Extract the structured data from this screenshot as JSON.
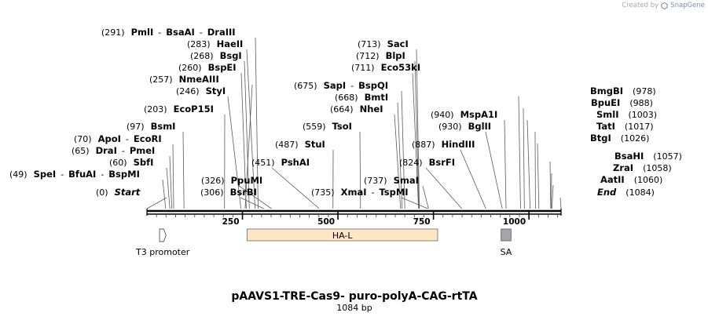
{
  "credit": {
    "prefix": "Created by",
    "brand": "SnapGene"
  },
  "map": {
    "title": "pAAVS1-TRE-Cas9- puro-polyA-CAG-rtTA",
    "length_label": "1084 bp",
    "total_bp": 1084,
    "ticks": [
      {
        "bp": 250,
        "label": "250"
      },
      {
        "bp": 500,
        "label": "500"
      },
      {
        "bp": 750,
        "label": "750"
      },
      {
        "bp": 1000,
        "label": "1000"
      }
    ],
    "labels": [
      {
        "pos": "(291)",
        "names": [
          "PmlI",
          "BsaAI",
          "DraIII"
        ],
        "bps": [
          291,
          291,
          291
        ],
        "side": "right"
      },
      {
        "pos": "(283)",
        "names": [
          "HaeII"
        ],
        "bps": [
          283
        ],
        "side": "right"
      },
      {
        "pos": "(268)",
        "names": [
          "BsgI"
        ],
        "bps": [
          268
        ],
        "side": "right"
      },
      {
        "pos": "(260)",
        "names": [
          "BspEI"
        ],
        "bps": [
          260
        ],
        "side": "right"
      },
      {
        "pos": "(257)",
        "names": [
          "NmeAIII"
        ],
        "bps": [
          257
        ],
        "side": "right"
      },
      {
        "pos": "(246)",
        "names": [
          "StyI"
        ],
        "bps": [
          246
        ],
        "side": "right"
      },
      {
        "pos": "(203)",
        "names": [
          "EcoP15I"
        ],
        "bps": [
          203
        ],
        "side": "right"
      },
      {
        "pos": "(97)",
        "names": [
          "BsmI"
        ],
        "bps": [
          97
        ],
        "side": "right"
      },
      {
        "pos": "(70)",
        "names": [
          "ApoI",
          "EcoRI"
        ],
        "bps": [
          70,
          70
        ],
        "side": "right"
      },
      {
        "pos": "(65)",
        "names": [
          "DraI",
          "PmeI"
        ],
        "bps": [
          65,
          65
        ],
        "side": "right"
      },
      {
        "pos": "(60)",
        "names": [
          "SbfI"
        ],
        "bps": [
          60
        ],
        "side": "right"
      },
      {
        "pos": "(49)",
        "names": [
          "SpeI",
          "BfuAI",
          "BspMI"
        ],
        "bps": [
          49,
          49,
          49
        ],
        "side": "right"
      },
      {
        "pos": "(0)",
        "names": [
          "Start"
        ],
        "bps": [
          0
        ],
        "side": "right",
        "italic": true
      },
      {
        "pos": "(326)",
        "names": [
          "PpuMI"
        ],
        "bps": [
          326
        ],
        "side": "right"
      },
      {
        "pos": "(306)",
        "names": [
          "BsrBI"
        ],
        "bps": [
          306
        ],
        "side": "right"
      },
      {
        "pos": "(451)",
        "names": [
          "PshAI"
        ],
        "bps": [
          451
        ],
        "side": "right"
      },
      {
        "pos": "(487)",
        "names": [
          "StuI"
        ],
        "bps": [
          487
        ],
        "side": "right"
      },
      {
        "pos": "(559)",
        "names": [
          "TsoI"
        ],
        "bps": [
          559
        ],
        "side": "right"
      },
      {
        "pos": "(735)",
        "names": [
          "XmaI",
          "TspMI"
        ],
        "bps": [
          735,
          735
        ],
        "side": "right"
      },
      {
        "pos": "(713)",
        "names": [
          "SacI"
        ],
        "bps": [
          713
        ],
        "side": "right"
      },
      {
        "pos": "(712)",
        "names": [
          "BlpI"
        ],
        "bps": [
          712
        ],
        "side": "right"
      },
      {
        "pos": "(711)",
        "names": [
          "Eco53kI"
        ],
        "bps": [
          711
        ],
        "side": "right"
      },
      {
        "pos": "(675)",
        "names": [
          "SapI",
          "BspQI"
        ],
        "bps": [
          675,
          675
        ],
        "side": "right"
      },
      {
        "pos": "(668)",
        "names": [
          "BmtI"
        ],
        "bps": [
          668
        ],
        "side": "right"
      },
      {
        "pos": "(664)",
        "names": [
          "NheI"
        ],
        "bps": [
          664
        ],
        "side": "right"
      },
      {
        "pos": "(887)",
        "names": [
          "HindIII"
        ],
        "bps": [
          887
        ],
        "side": "right"
      },
      {
        "pos": "(824)",
        "names": [
          "BsrFI"
        ],
        "bps": [
          824
        ],
        "side": "right"
      },
      {
        "pos": "(737)",
        "names": [
          "SmaI"
        ],
        "bps": [
          737
        ],
        "side": "right"
      },
      {
        "pos": "(940)",
        "names": [
          "MspA1I"
        ],
        "bps": [
          940
        ],
        "side": "right"
      },
      {
        "pos": "(930)",
        "names": [
          "BglII"
        ],
        "bps": [
          930
        ],
        "side": "right"
      },
      {
        "pos": "(978)",
        "names": [
          "BmgBI"
        ],
        "bps": [
          978
        ],
        "side": "left"
      },
      {
        "pos": "(988)",
        "names": [
          "BpuEI"
        ],
        "bps": [
          988
        ],
        "side": "left"
      },
      {
        "pos": "(1003)",
        "names": [
          "SmlI"
        ],
        "bps": [
          1003
        ],
        "side": "left"
      },
      {
        "pos": "(1017)",
        "names": [
          "TatI"
        ],
        "bps": [
          1017
        ],
        "side": "left"
      },
      {
        "pos": "(1026)",
        "names": [
          "BtgI"
        ],
        "bps": [
          1026
        ],
        "side": "left"
      },
      {
        "pos": "(1057)",
        "names": [
          "BsaHI"
        ],
        "bps": [
          1057
        ],
        "side": "left"
      },
      {
        "pos": "(1058)",
        "names": [
          "ZraI"
        ],
        "bps": [
          1058
        ],
        "side": "left"
      },
      {
        "pos": "(1060)",
        "names": [
          "AatII"
        ],
        "bps": [
          1060
        ],
        "side": "left"
      },
      {
        "pos": "(1084)",
        "names": [
          "End"
        ],
        "bps": [
          1084
        ],
        "side": "left",
        "italic": true
      }
    ],
    "features": [
      {
        "name": "T3 promoter",
        "type": "promoter",
        "start": 33,
        "end": 50,
        "color": "#ffffff"
      },
      {
        "name": "HA-L",
        "type": "region",
        "start": 262,
        "end": 761,
        "color": "#ffe6c4"
      },
      {
        "name": "SA",
        "type": "region",
        "start": 927,
        "end": 953,
        "color": "#a4a4ab"
      }
    ],
    "colors": {
      "backbone": "#000000",
      "leader": "#5a5a5a"
    }
  }
}
